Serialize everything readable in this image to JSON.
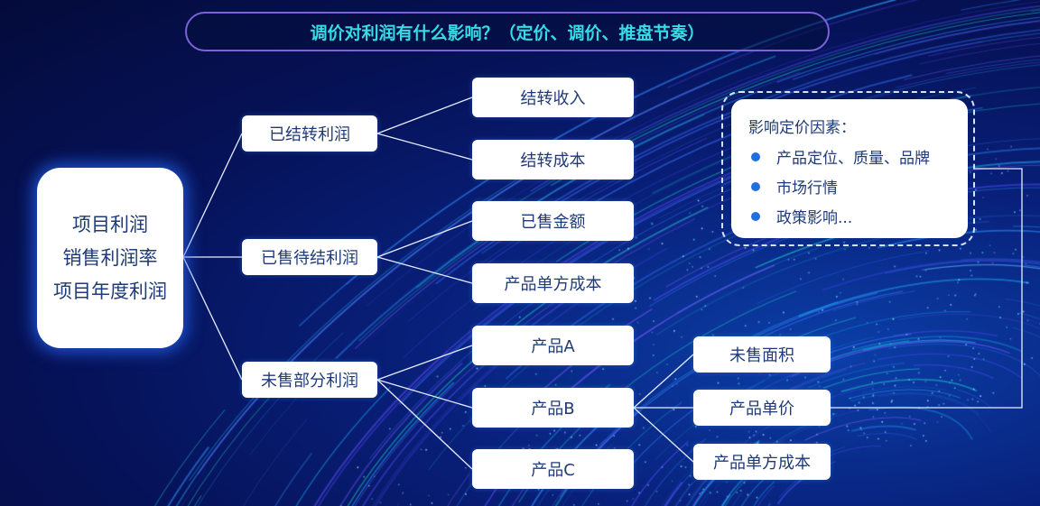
{
  "title": "调价对利润有什么影响？（定价、调价、推盘节奏）",
  "root": {
    "lines": [
      "项目利润",
      "销售利润率",
      "项目年度利润"
    ]
  },
  "level1": {
    "transferred_profit": "已结转利润",
    "sold_pending_profit": "已售待结利润",
    "unsold_profit": "未售部分利润"
  },
  "level2": {
    "transferred_income": "结转收入",
    "transferred_cost": "结转成本",
    "sold_amount": "已售金额",
    "unit_cost_a": "产品单方成本",
    "product_a": "产品A",
    "product_b": "产品B",
    "product_c": "产品C"
  },
  "level3": {
    "unsold_area": "未售面积",
    "unit_price": "产品单价",
    "unit_cost_b": "产品单方成本"
  },
  "factors": {
    "title": "影响定价因素：",
    "items": [
      "产品定位、质量、品牌",
      "市场行情",
      "政策影响..."
    ]
  },
  "colors": {
    "title_text": "#37dbe6",
    "title_border": "#7a63d8",
    "node_text": "#1f3a78",
    "connector": "#e8eeff",
    "bullet": "#1f6fe0",
    "root_glow": "#286eff"
  }
}
